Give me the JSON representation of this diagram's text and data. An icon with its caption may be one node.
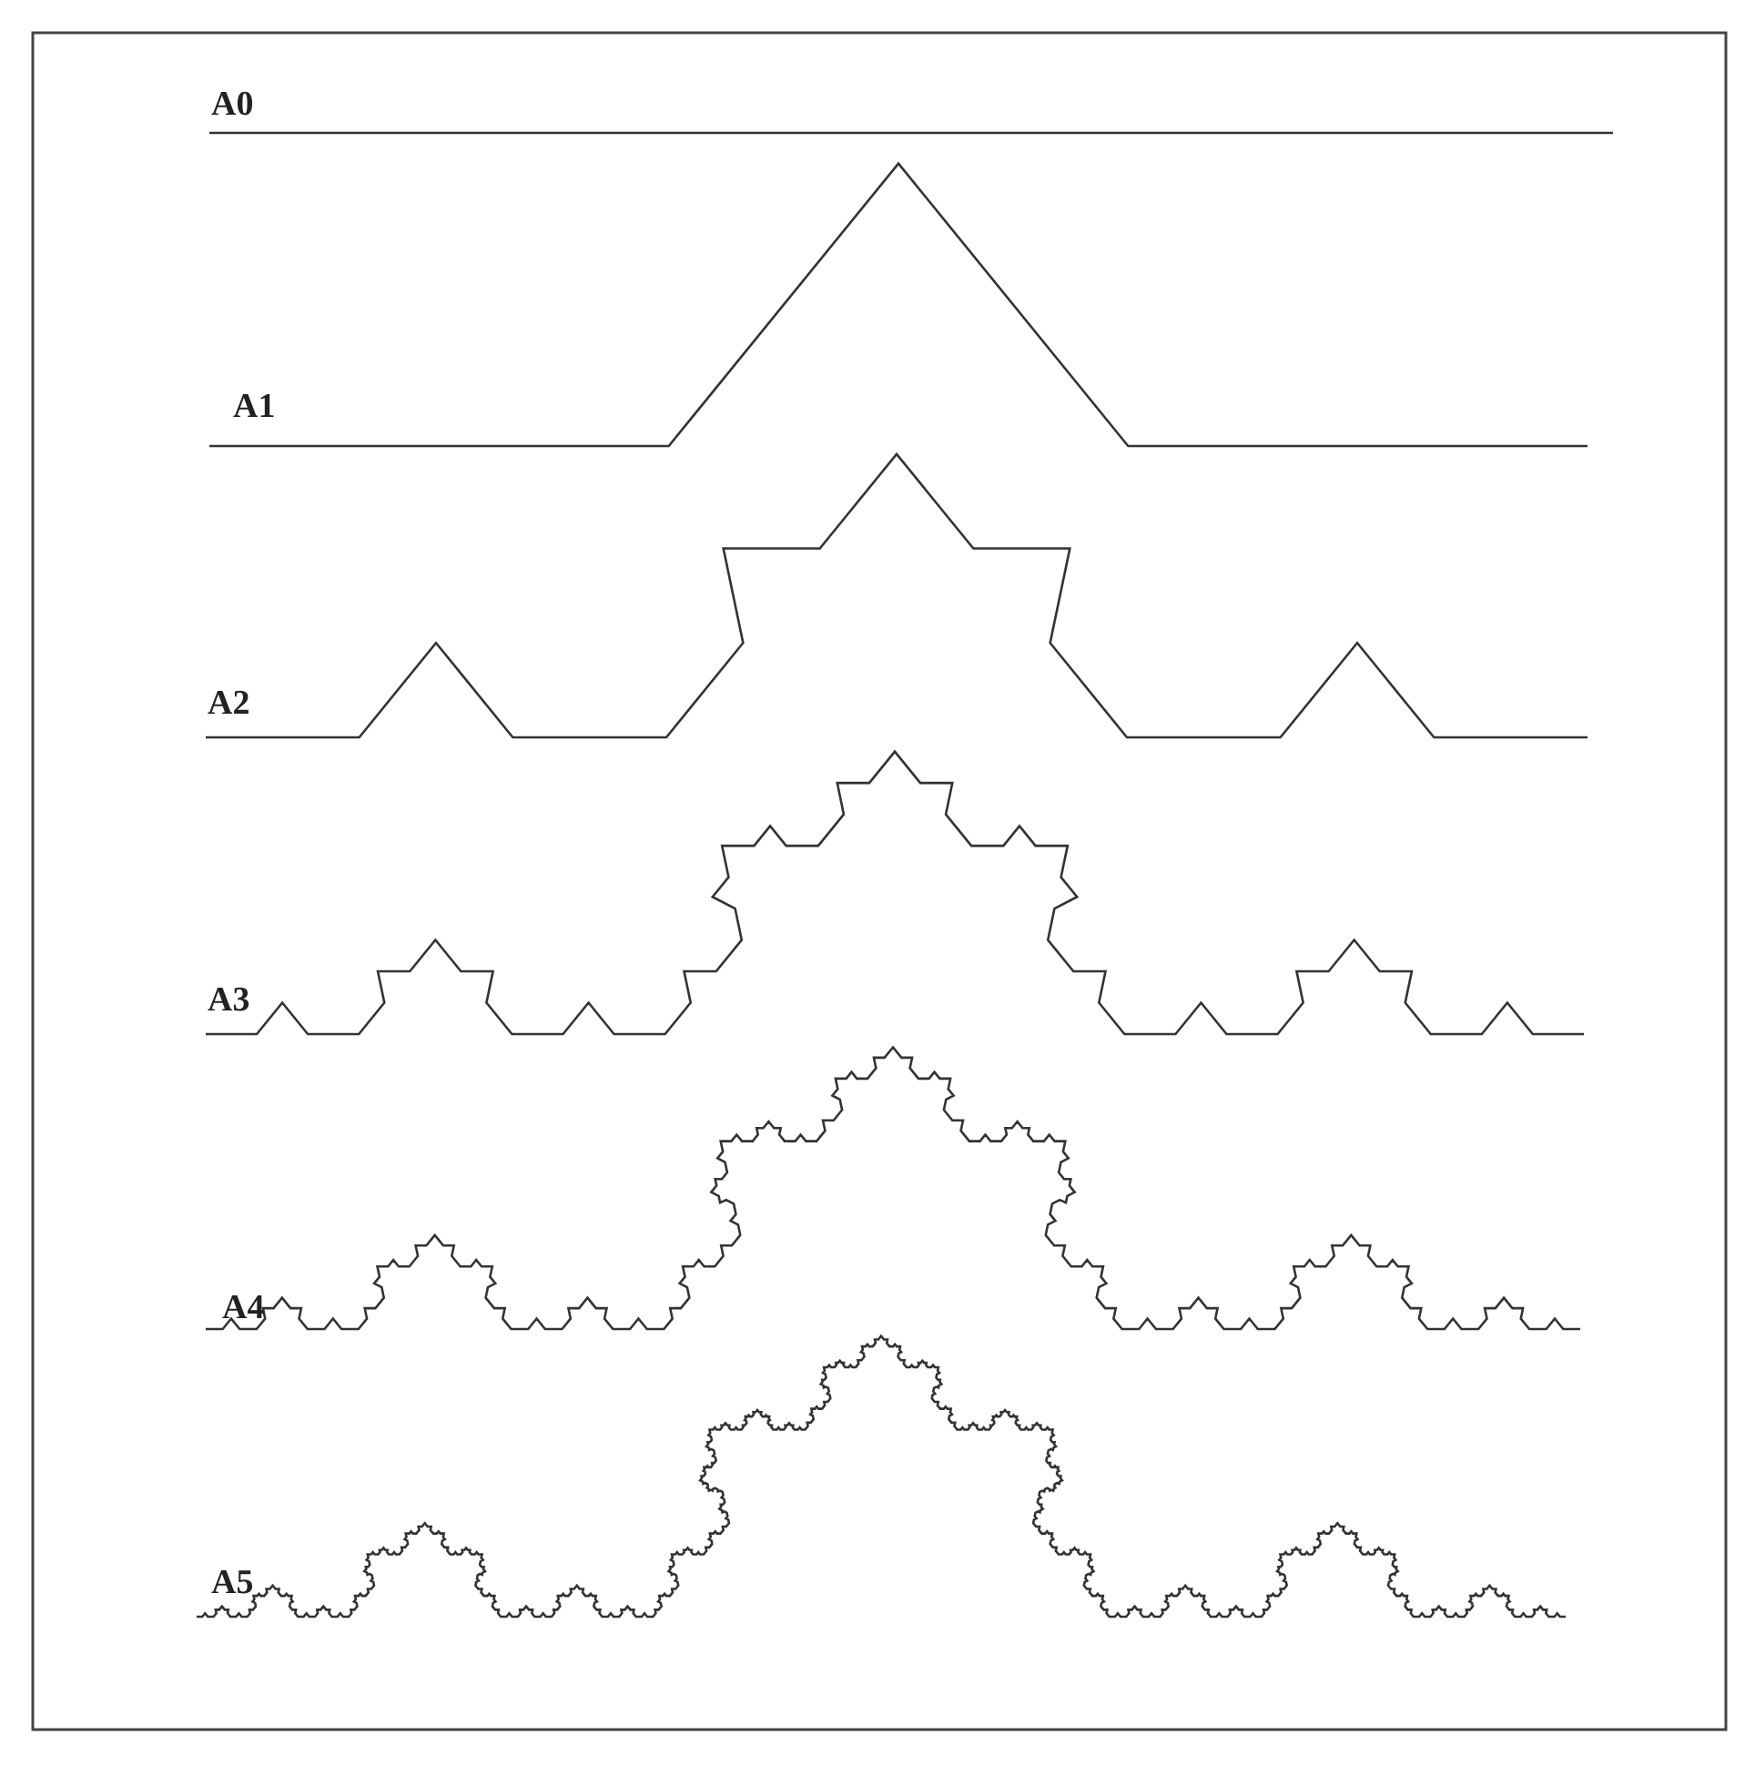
{
  "diagram": {
    "labels": [
      "A0",
      "A1",
      "A2",
      "A3",
      "A4",
      "A5"
    ]
  }
}
